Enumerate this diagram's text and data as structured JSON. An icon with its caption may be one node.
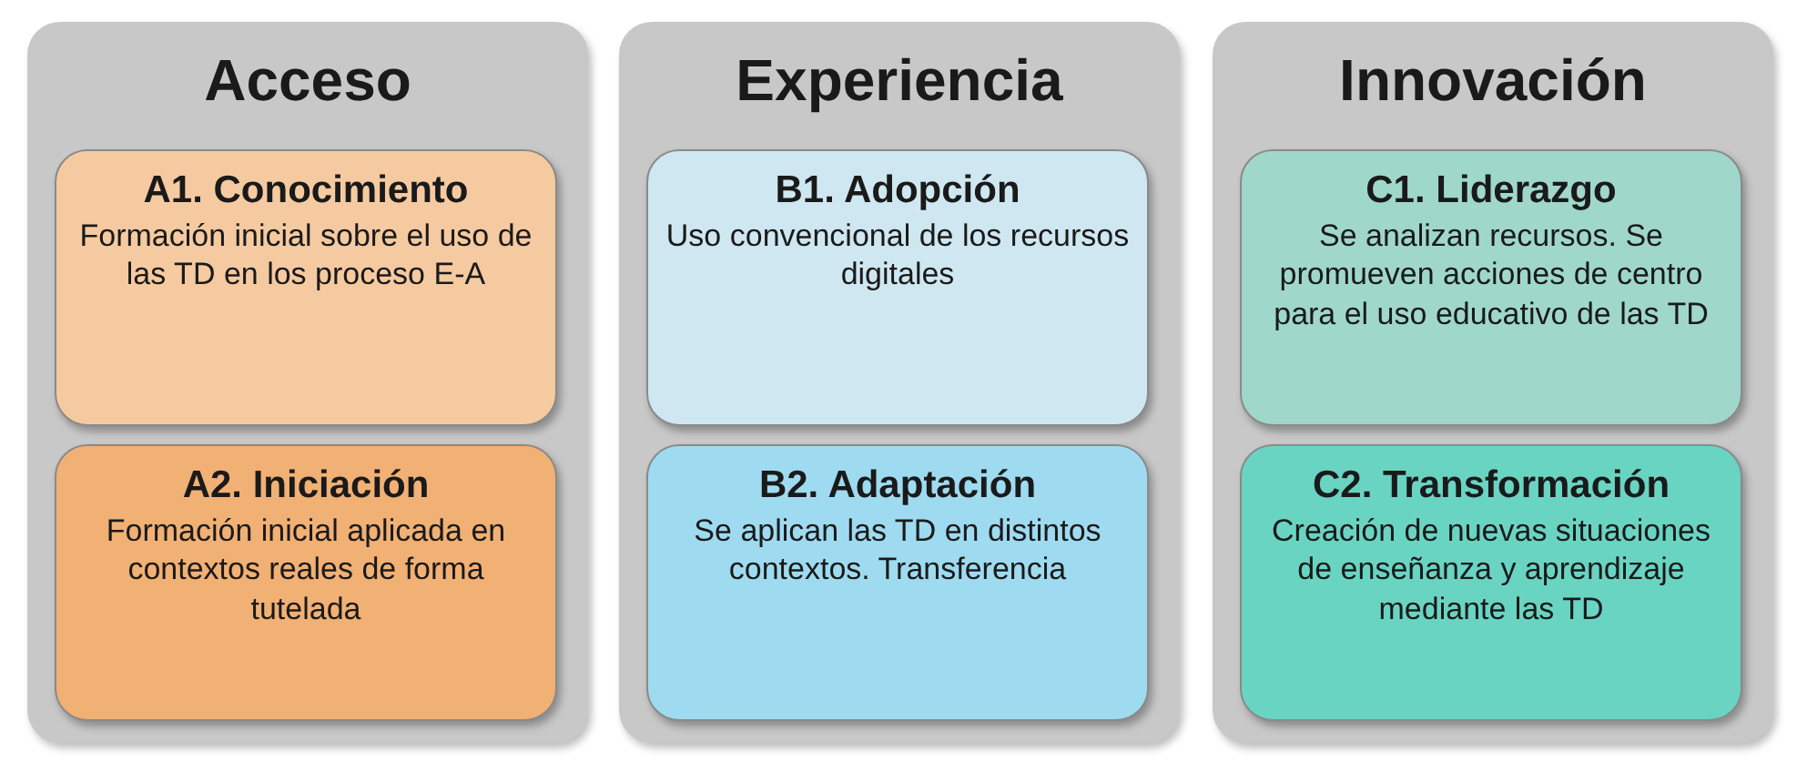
{
  "diagram": {
    "nodes": [
      {
        "text": [
          "Acceso"
        ]
      },
      {
        "text": [
          "A1. Conocimiento",
          "Formación inicial sobre el uso de las TD en los proceso E-A"
        ],
        "in": 0
      },
      {
        "text": [
          "A2. Iniciación",
          "Formación inicial aplicada en contextos reales de forma tutelada"
        ],
        "in": 0
      },
      {
        "text": [
          "Experiencia"
        ]
      },
      {
        "text": [
          "B1. Adopción",
          "Uso convencional de los recursos digitales"
        ],
        "in": 3
      },
      {
        "text": [
          "B2. Adaptación",
          "Se aplican las TD en distintos contextos. Transferencia"
        ],
        "in": 3
      },
      {
        "text": [
          "Innovación"
        ]
      },
      {
        "text": [
          "C1. Liderazgo",
          "Se analizan recursos. Se promueven acciones de centro para el uso educativo de las TD"
        ],
        "in": 6
      },
      {
        "text": [
          "C2. Transformación",
          "Creación de nuevas situaciones de enseñanza y aprendizaje mediante las TD"
        ],
        "in": 6
      }
    ]
  }
}
